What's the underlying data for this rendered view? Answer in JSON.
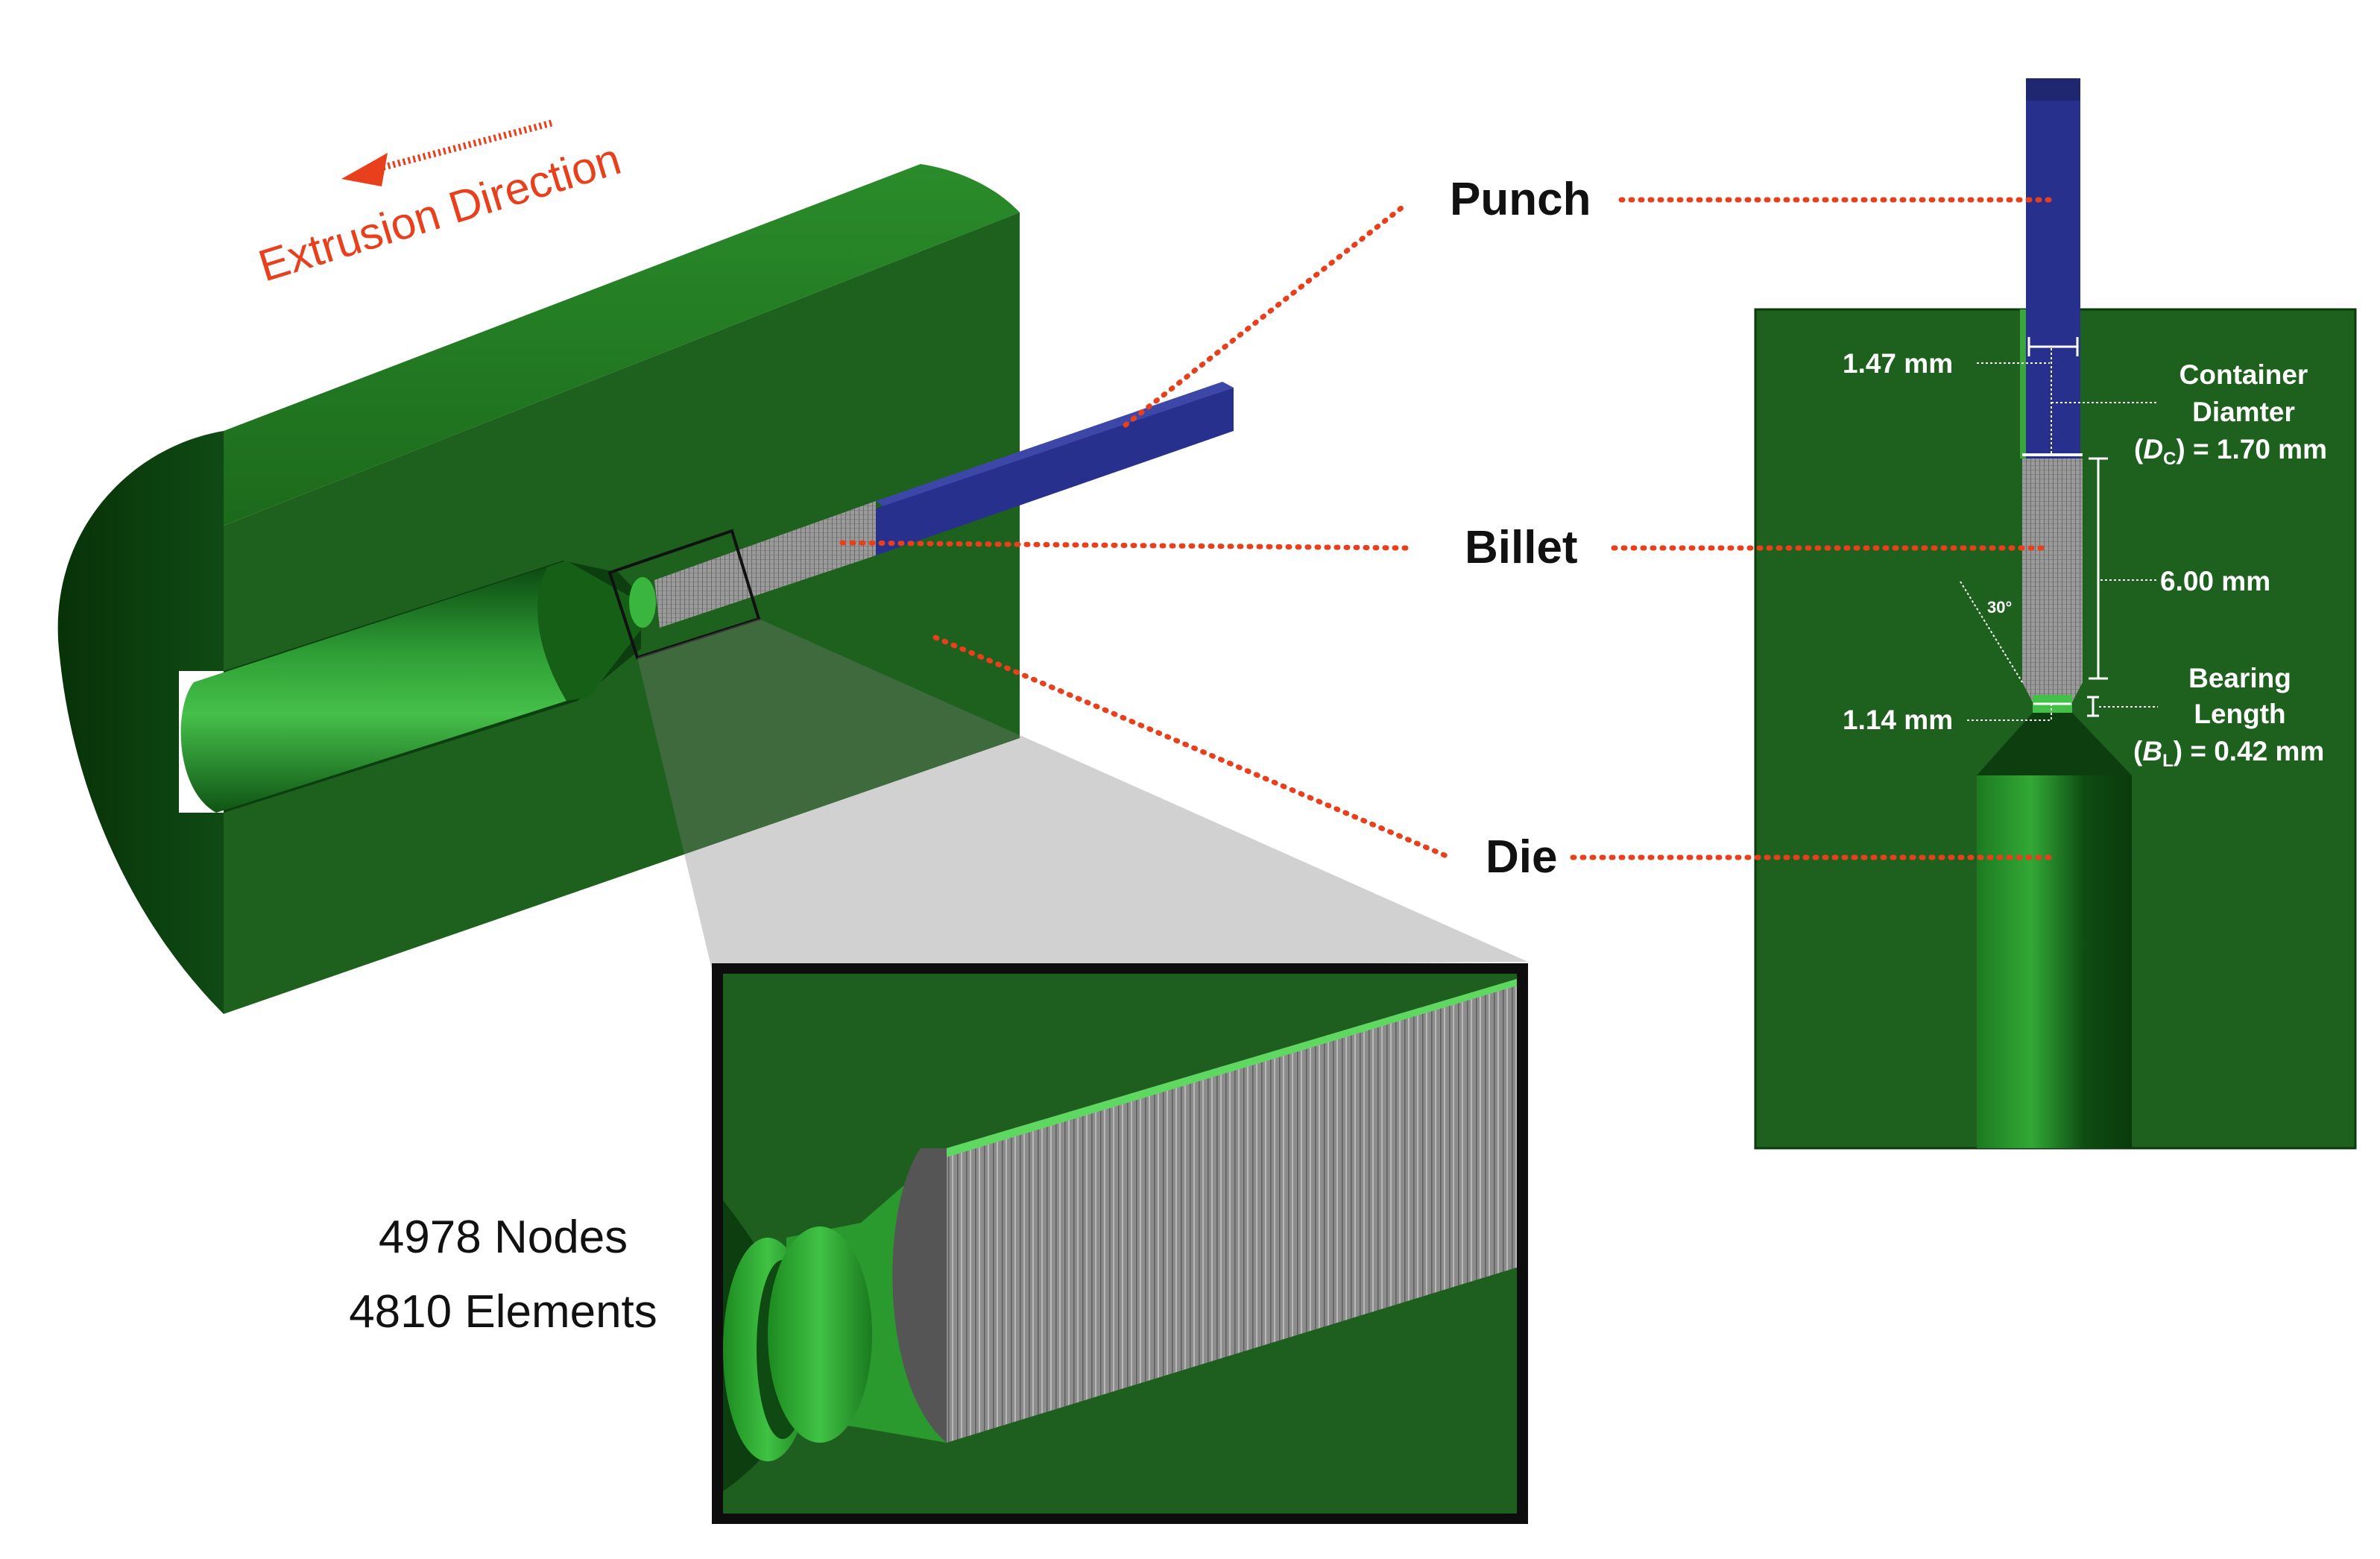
{
  "colors": {
    "die_dark": "#0b3d10",
    "die_mid": "#1f6b1f",
    "die_light": "#2e9a32",
    "punch": "#27308c",
    "leader": "#e8401c",
    "billet_mesh": "#9a9a9a"
  },
  "extrusion_direction": "Extrusion Direction",
  "parts": {
    "punch": "Punch",
    "billet": "Billet",
    "die": "Die"
  },
  "mesh": {
    "nodes": "4978 Nodes",
    "elements": "4810 Elements"
  },
  "dimensions": {
    "punch_width": "1.47 mm",
    "container_line1": "Container",
    "container_line2": "Diamter",
    "container_sym": "D",
    "container_sub": "C",
    "container_value": ") = 1.70 mm",
    "billet_length": "6.00 mm",
    "angle": "30°",
    "bearing_width": "1.14 mm",
    "bearing_line1": "Bearing",
    "bearing_line2": "Length",
    "bearing_sym": "B",
    "bearing_sub": "L",
    "bearing_value": ") = 0.42 mm",
    "paren_open": "("
  }
}
